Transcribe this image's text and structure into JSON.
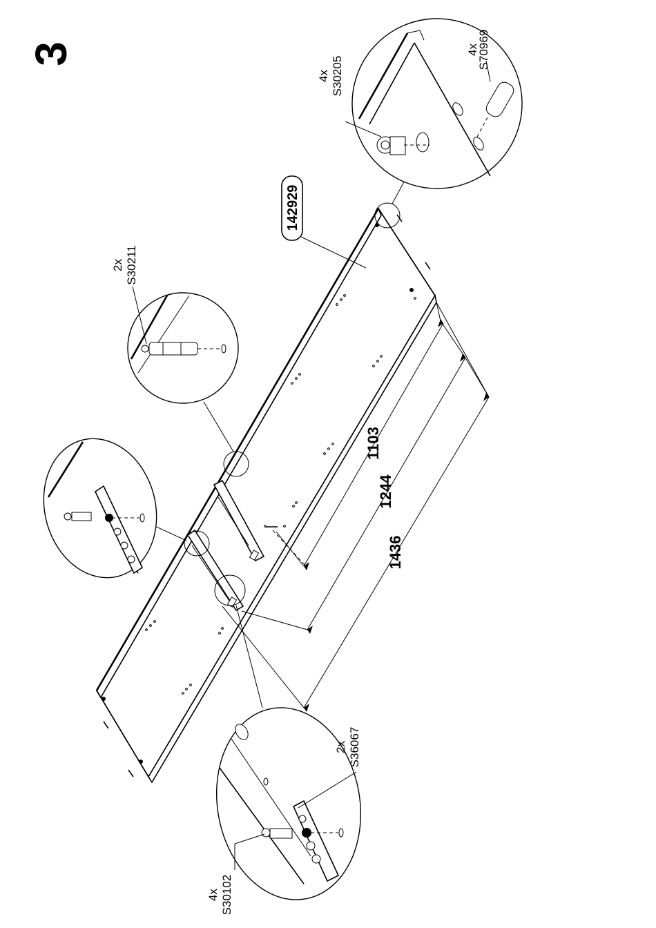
{
  "step_number": "3",
  "main_part": "142929",
  "dimensions": [
    "1103",
    "1244",
    "1436"
  ],
  "callouts": {
    "cam_lock": {
      "qty": "4x",
      "code": "S30205"
    },
    "dowel": {
      "qty": "4x",
      "code": "S70969"
    },
    "cam_bolt": {
      "qty": "2x",
      "code": "S30211"
    },
    "bracket": {
      "qty": "2x",
      "code": "S36067"
    },
    "screw": {
      "qty": "4x",
      "code": "S30102"
    }
  }
}
